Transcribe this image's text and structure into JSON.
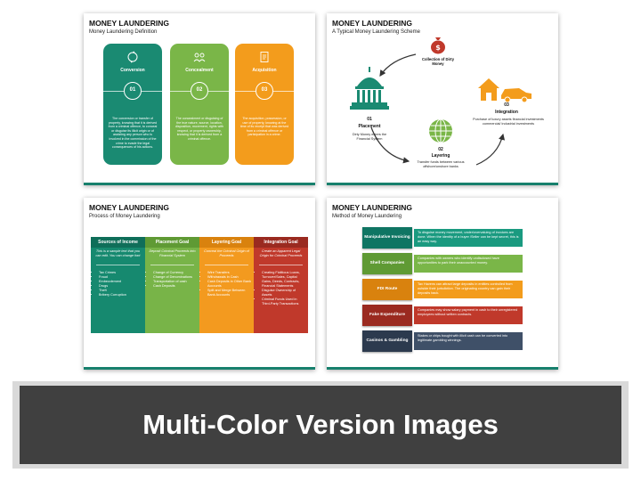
{
  "banner": {
    "text": "Multi-Color Version Images"
  },
  "slide1": {
    "title": "MONEY LAUNDERING",
    "subtitle": "Money Laundering Definition",
    "cards": [
      {
        "label": "Conversion",
        "num": "01",
        "color": "#1a8a72",
        "body": "The conversion or transfer of property, knowing that it is derived from a criminal offence, to conceal or disguise its illicit origin or of assisting any person who is involved in the commission of the crime to evade the legal consequences of his actions."
      },
      {
        "label": "Concealment",
        "num": "02",
        "color": "#7ab648",
        "body": "The concealment or disguising of the true nature, source, location, disposition, movement, rights with respect, or property ownership, knowing that it is derived from a criminal offence."
      },
      {
        "label": "Acquisition",
        "num": "03",
        "color": "#f39c1c",
        "body": "The acquisition, possession, or use of property, knowing at the time of its receipt that was derived from a criminal offence or participation in a crime."
      }
    ]
  },
  "slide2": {
    "title": "MONEY LAUNDERING",
    "subtitle": "A Typical Money Laundering Scheme",
    "collection": {
      "label": "Collection of Dirty Money"
    },
    "placement": {
      "num": "01",
      "label": "Placement",
      "desc": "Dirty Money enters the Financial System"
    },
    "layering": {
      "num": "02",
      "label": "Layering",
      "desc": "Transfer funds between various offshore/onshore banks"
    },
    "integration": {
      "num": "03",
      "label": "Integration",
      "desc": "Purchase of luxury assets financial investments commercial/ industrial investments"
    }
  },
  "slide3": {
    "title": "MONEY LAUNDERING",
    "subtitle": "Process of Money Laundering",
    "columns": [
      {
        "head": "Sources of Income",
        "color": "#16896f",
        "sub": "This is a sample text that you can edit. You can change font",
        "items": [
          "Tax Crimes",
          "Fraud",
          "Embezzlement",
          "Drugs",
          "Theft",
          "Bribery Corruption"
        ]
      },
      {
        "head": "Placement Goal",
        "color": "#78b448",
        "sub": "Deposit Criminal Proceeds into Financial System",
        "items": [
          "Change of Currency",
          "Change of Denominations",
          "Transportation of cash",
          "Cash Deposits"
        ]
      },
      {
        "head": "Layering Goal",
        "color": "#f39a1f",
        "sub": "Conceal the Criminal Origin of Proceeds",
        "items": [
          "Wire Transfers",
          "Withdrawals in Cash",
          "Cash Deposits in Other Bank Accounts",
          "Split and Merge Between Bank Accounts"
        ]
      },
      {
        "head": "Integration Goal",
        "color": "#c0392b",
        "sub": "Create an Apparent Legal Origin for Criminal Proceeds",
        "items": [
          "Creating Fictitious Loans, Turnover/Sales, Capital Gains, Deeds, Contracts, Financial Statements",
          "Disguise Ownership of Assets",
          "Criminal Funds Used in Third-Party Transactions"
        ]
      }
    ]
  },
  "slide4": {
    "title": "MONEY LAUNDERING",
    "subtitle": "Method of Money Laundering",
    "rows": [
      {
        "tag": "Manipulative Invoicing",
        "tagColor": "#0f7563",
        "descColor": "#1a9a80",
        "desc": "To disguise money movement, under/overvaluing of invoices are done. When the identity of a buyer /Seller can be kept secret, this is an easy way."
      },
      {
        "tag": "Shell Companies",
        "tagColor": "#5f9a34",
        "descColor": "#7ab648",
        "desc": "Companies with owners who identify undisclosed have opportunities to park their unaccounted money."
      },
      {
        "tag": "FDI Route",
        "tagColor": "#d9820e",
        "descColor": "#f39c1c",
        "desc": "Tax Havens can attract large deposits in entities controlled from outside their jurisdiction. The originating country can gain their deposits back."
      },
      {
        "tag": "Fake Expenditure",
        "tagColor": "#9a2a20",
        "descColor": "#c0392b",
        "desc": "Companies may show salary payment in cash to their unregistered employees without written contracts."
      },
      {
        "tag": "Casinos & Gambling",
        "tagColor": "#2c3a4e",
        "descColor": "#3f5068",
        "desc": "Stakes or chips bought with illicit cash can be converted into legitimate gambling winnings."
      }
    ]
  }
}
